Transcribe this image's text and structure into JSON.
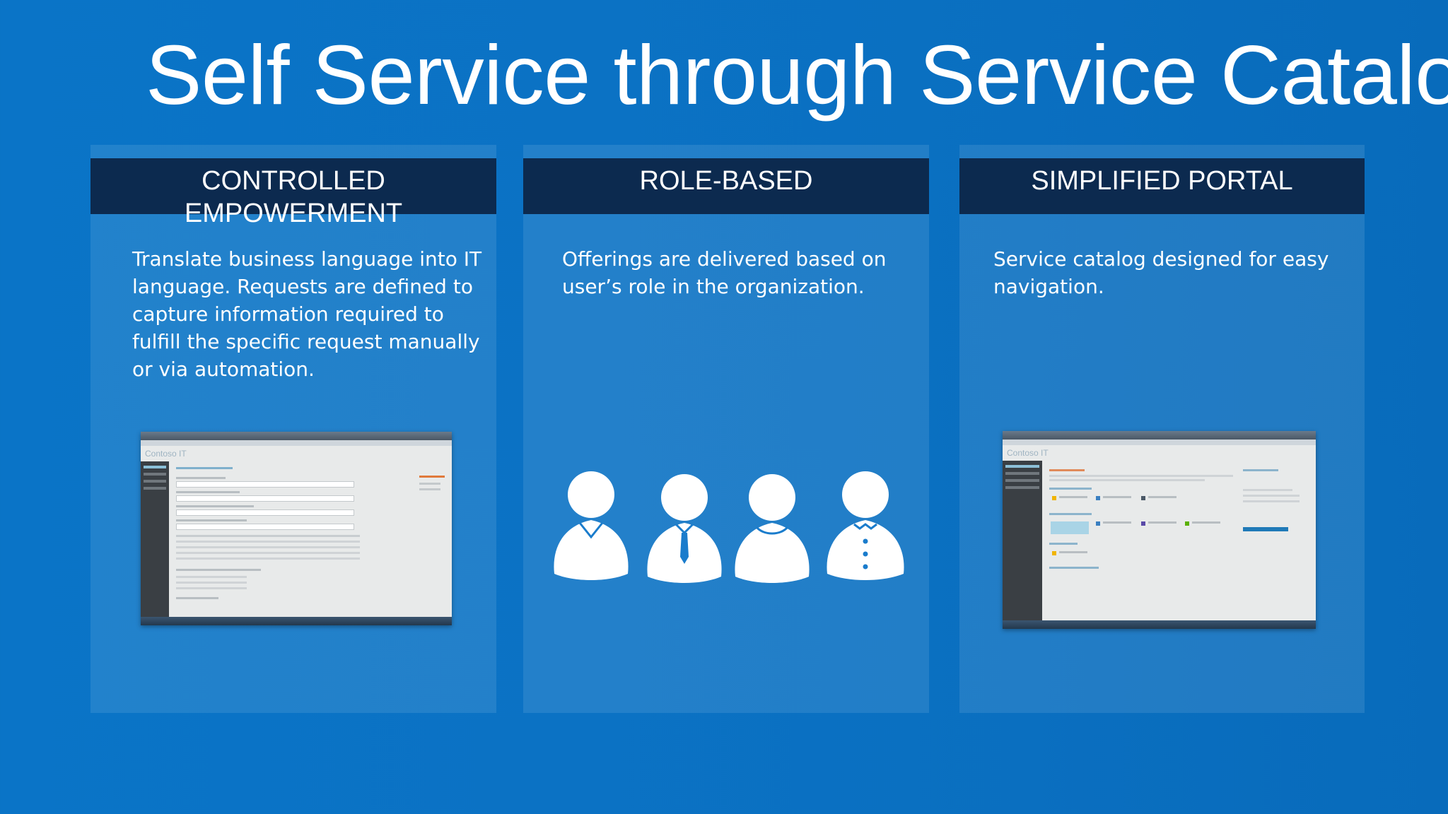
{
  "title": "Self Service through Service Catalog",
  "panels": [
    {
      "header_line1": "CONTROLLED",
      "header_line2": "EMPOWERMENT",
      "body": "Translate business language into IT language. Requests are defined to capture information required to fulfill the specific request manually or via automation.",
      "body_lines": [
        "Translate business language into IT",
        "language. Requests are defined to",
        "capture information required to",
        "fulfill the specific request manually",
        "or via automation."
      ],
      "image_icon": "request-form-screenshot",
      "screenshot_brand": "Contoso IT"
    },
    {
      "header_line1": "ROLE-BASED",
      "body_lines": [
        "Offerings are delivered based on",
        "user’s role in the organization."
      ],
      "image_icon": "users-roles-icon"
    },
    {
      "header_line1": "SIMPLIFIED PORTAL",
      "body_lines": [
        "Service catalog designed for easy",
        "navigation."
      ],
      "image_icon": "portal-screenshot",
      "screenshot_brand": "Contoso IT"
    }
  ],
  "colors": {
    "background": "#0a72c4",
    "panel_header": "#0c2a4f",
    "text": "#ffffff"
  }
}
